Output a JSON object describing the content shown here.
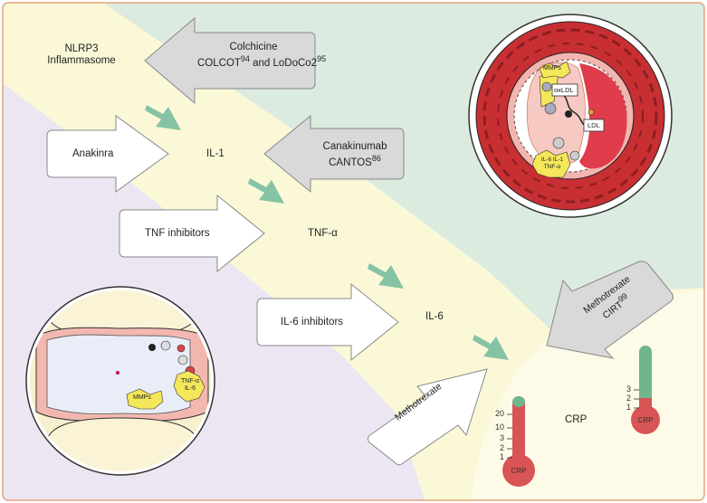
{
  "pathway": {
    "nlrp3": "NLRP3",
    "nlrp3_line2": "Inflammasome",
    "il1": "IL-1",
    "tnfa": "TNF-α",
    "il6": "IL-6",
    "crp": "CRP"
  },
  "drugs": {
    "colchicine": "Colchicine",
    "colchicine_trials_a": "COLCOT",
    "colchicine_ref_a": "94",
    "colchicine_trials_b": " and LoDoCo2",
    "colchicine_ref_b": "95",
    "anakinra": "Anakinra",
    "canakinumab": "Canakinumab",
    "canakinumab_trial": "CANTOS",
    "canakinumab_ref": "86",
    "tnf_inhibitors": "TNF inhibitors",
    "il6_inhibitors": "IL-6 inhibitors",
    "methotrexate_left": "Methotrexate",
    "methotrexate_right": "Methotrexate",
    "methotrexate_right_trial": "CIRT",
    "methotrexate_right_ref": "99"
  },
  "artery": {
    "mmps": "MMPs",
    "oxldl": "oxLDL",
    "ldl": "LDL",
    "cytokines": "IL-6 IL-1",
    "cytokines2": "TNF-α"
  },
  "joint": {
    "mmps": "MMPs",
    "cytokines": "TNF-α",
    "cytokines2": "IL-6"
  },
  "thermometer_left": {
    "ticks": [
      "20",
      "10",
      "3",
      "2",
      "1"
    ],
    "bulb": "CRP"
  },
  "thermometer_right": {
    "ticks": [
      "3",
      "2",
      "1"
    ],
    "bulb": "CRP"
  },
  "colors": {
    "green_region": "#dcebdf",
    "yellow_region": "#fbf8d8",
    "purple_region": "#ece6f2",
    "arrow_green": "#86c3a5",
    "artery_red": "#d63a3a",
    "thermo_red": "#d95555",
    "thermo_green": "#6fb58e"
  }
}
